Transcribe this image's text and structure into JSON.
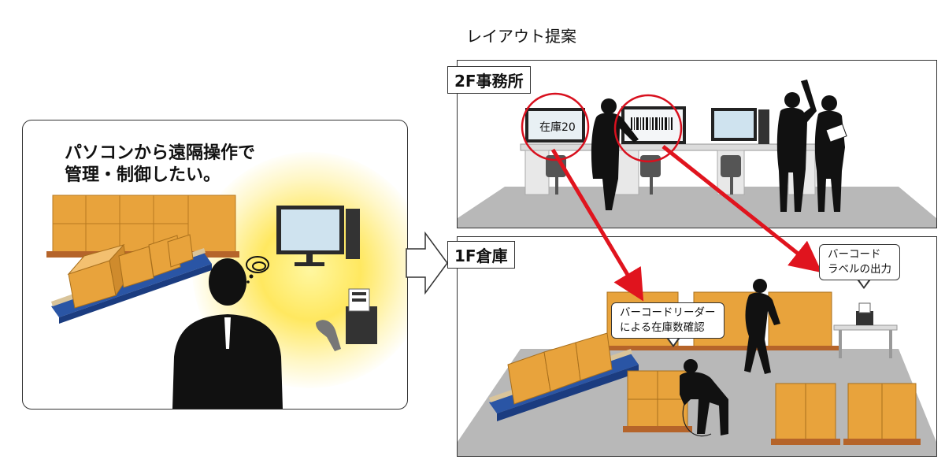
{
  "left_panel": {
    "wish_text": "パソコンから遠隔操作で\n管理・制御したい。"
  },
  "right": {
    "proposal_title": "レイアウト提案",
    "office_label": "2F事務所",
    "warehouse_label": "1F倉庫",
    "monitor_text": "在庫20",
    "callout_label_output": "バーコード\nラベルの出力",
    "callout_reader": "バーコードリーダー\nによる在庫数確認"
  },
  "colors": {
    "box": "#e8a33c",
    "pallet": "#b5642a",
    "conveyor": "#2a55a5",
    "highlight_circle": "#d8101e",
    "arrow": "#e0141e",
    "floor": "#b8b8b8",
    "glow": "#ffe860"
  }
}
